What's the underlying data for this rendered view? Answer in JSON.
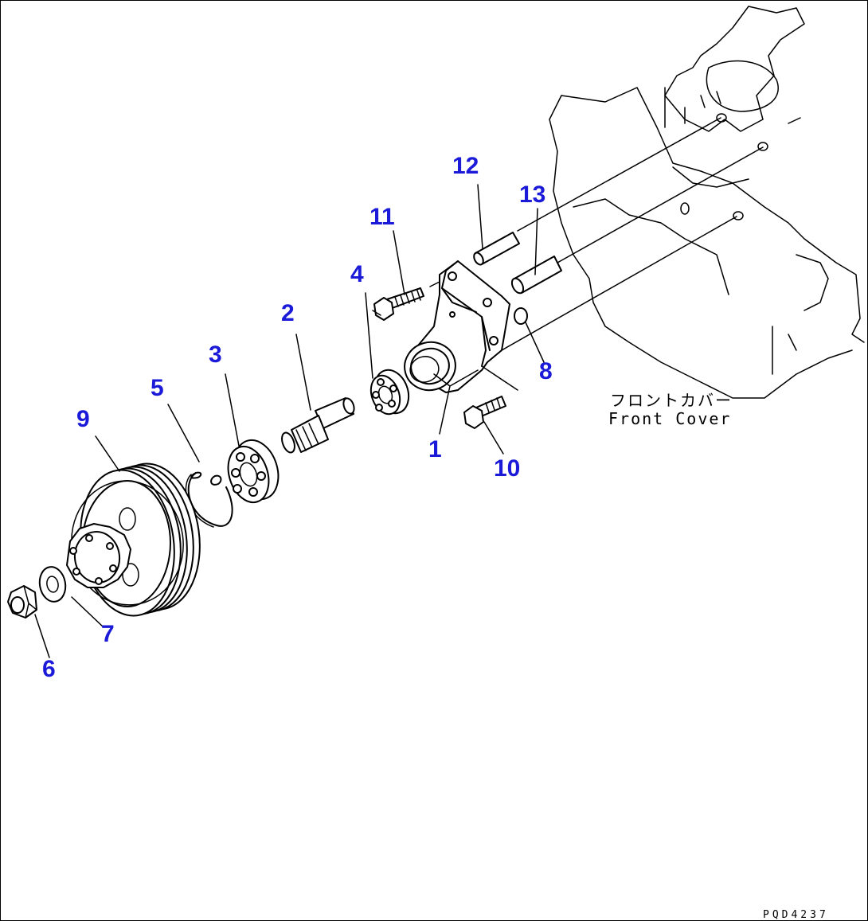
{
  "diagram": {
    "callouts": {
      "c1": "1",
      "c2": "2",
      "c3": "3",
      "c4": "4",
      "c5": "5",
      "c6": "6",
      "c7": "7",
      "c8": "8",
      "c9": "9",
      "c10": "10",
      "c11": "11",
      "c12": "12",
      "c13": "13"
    },
    "front_cover_label_jp": "フロントカバー",
    "front_cover_label_en": "Front Cover",
    "drawing_code": "PQD4237"
  },
  "colors": {
    "callout": "#1a1ad8",
    "line": "#000000",
    "background": "#ffffff"
  }
}
